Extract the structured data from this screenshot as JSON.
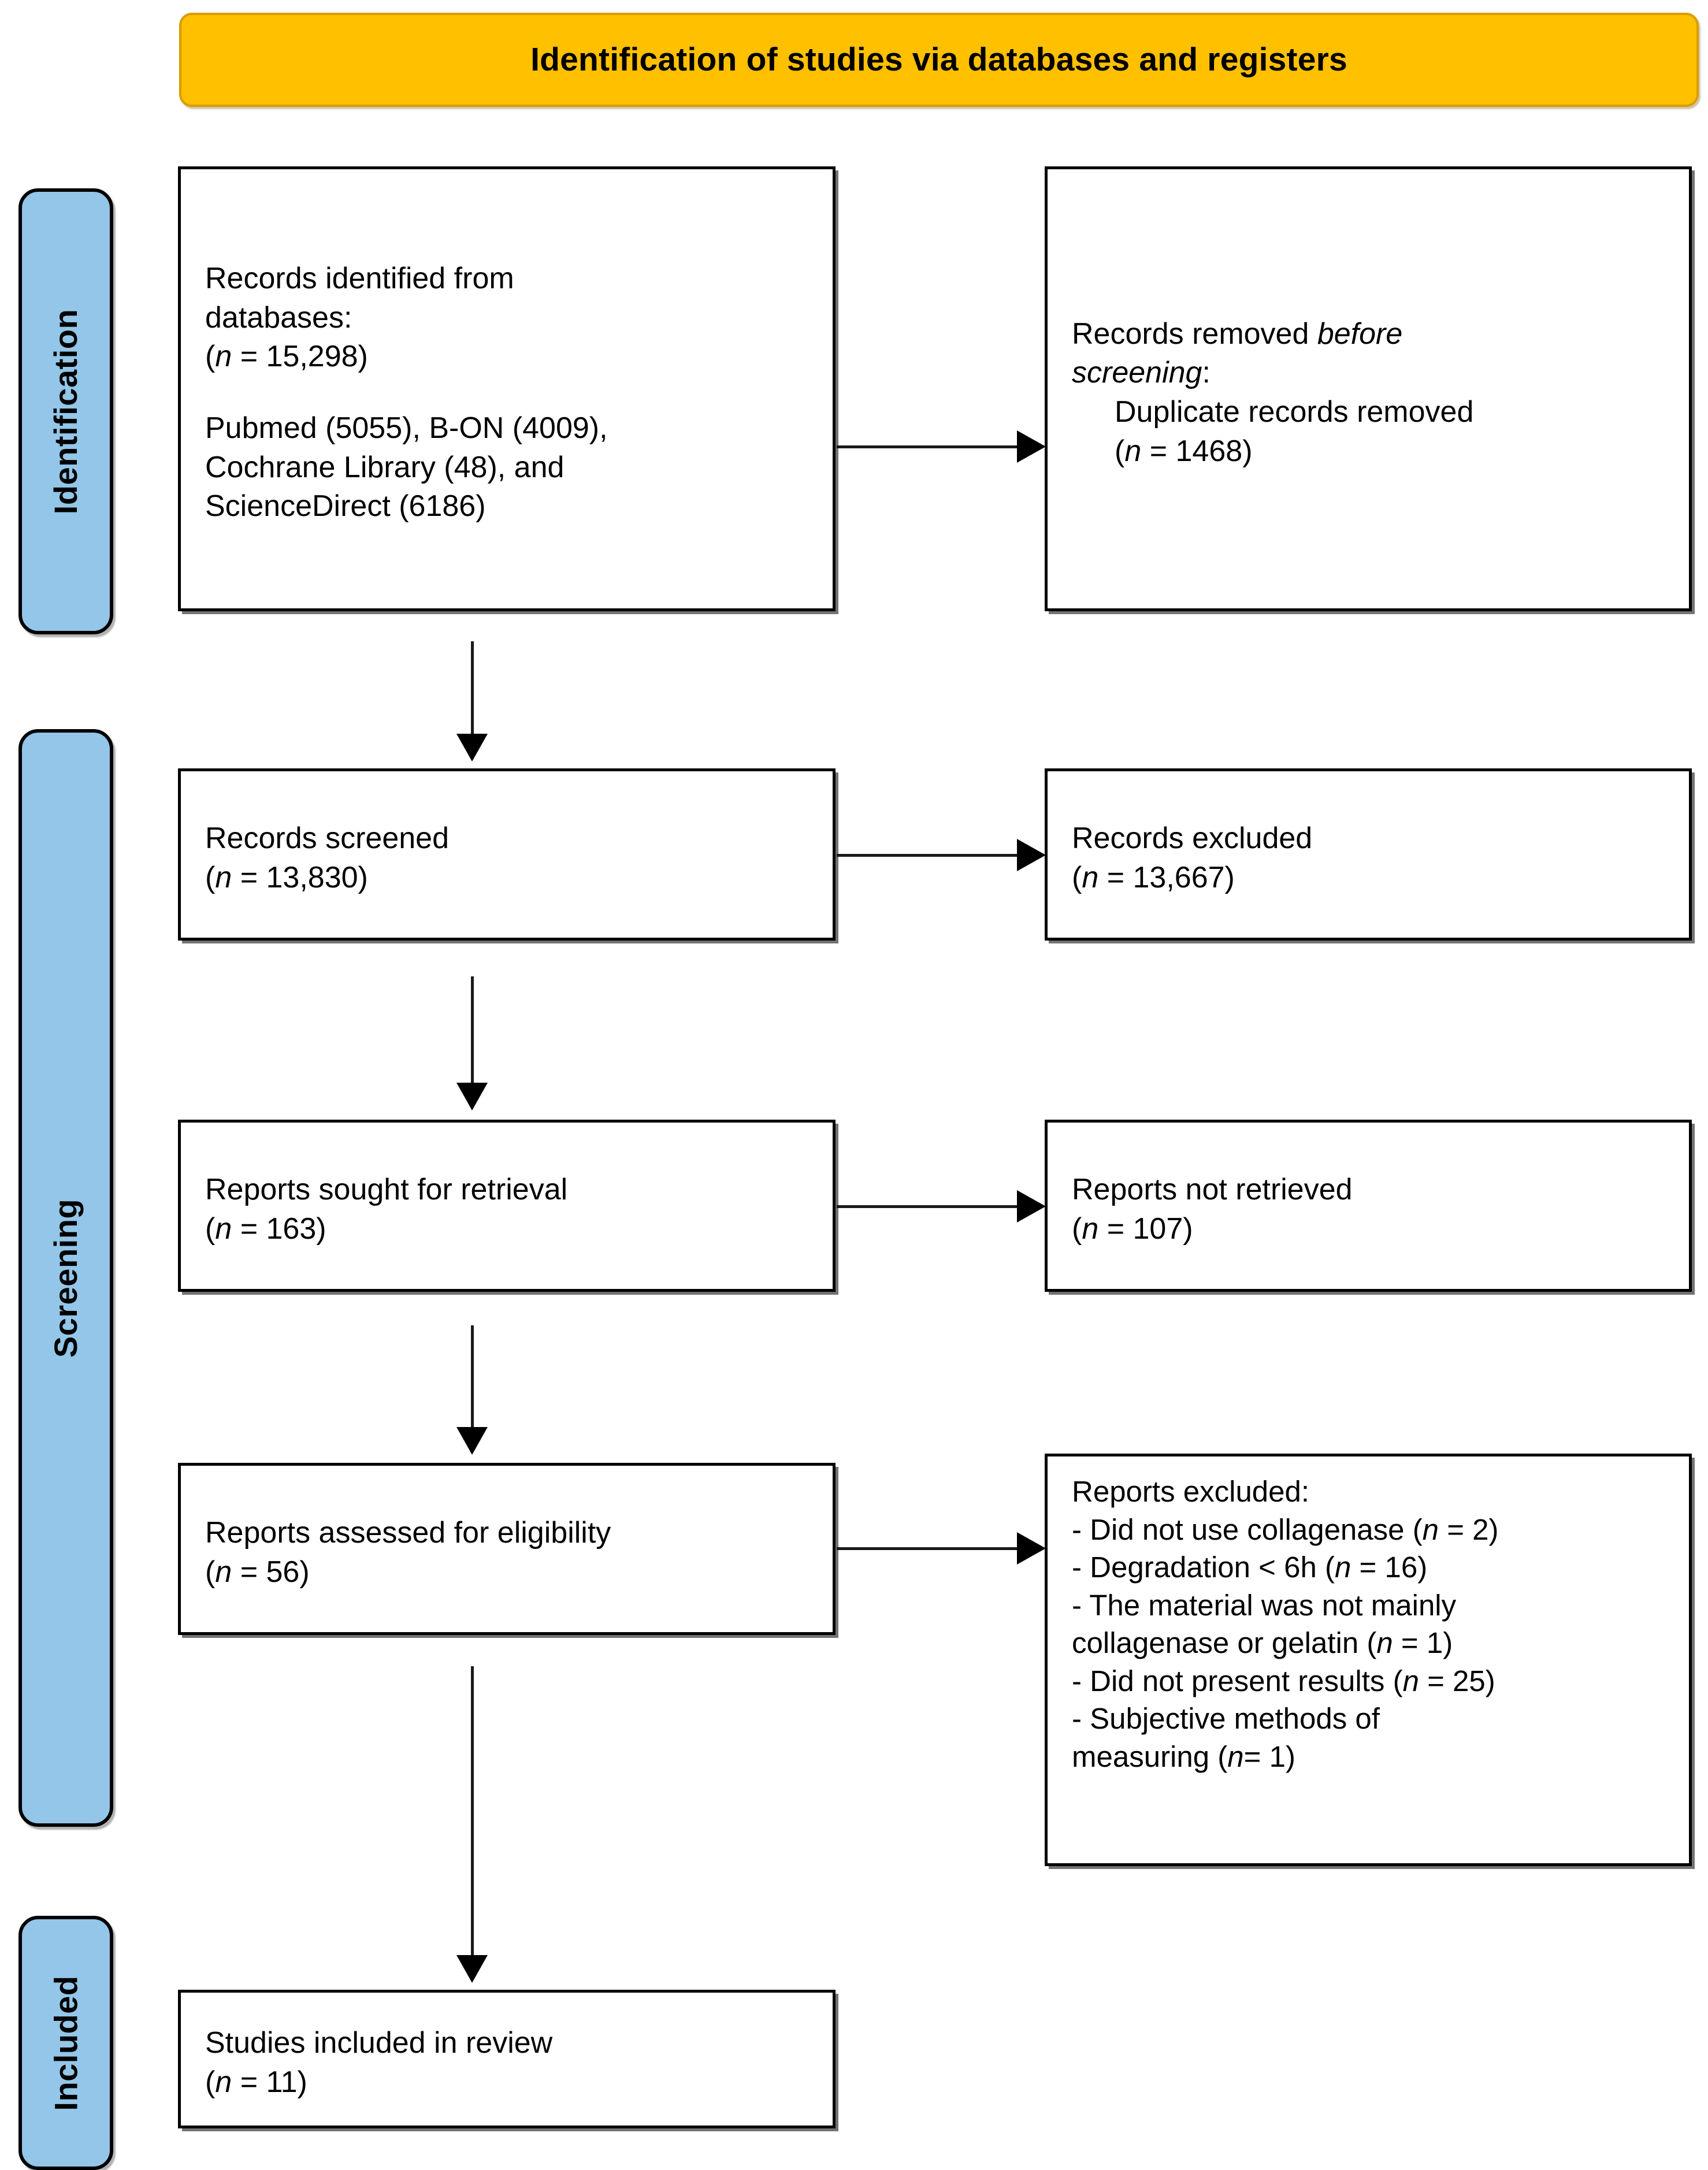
{
  "banner": {
    "title": "Identification of studies via databases and registers"
  },
  "phases": [
    {
      "id": "identification",
      "label": "Identification"
    },
    {
      "id": "screening",
      "label": "Screening"
    },
    {
      "id": "included",
      "label": "Included"
    }
  ],
  "boxes": {
    "identified": {
      "line1": "Records identified from",
      "line2": "databases:",
      "n_open": "(",
      "n_italic": "n",
      "n_value": " = 15,298)",
      "sources_line1": "Pubmed (5055), B-ON (4009),",
      "sources_line2": "Cochrane Library (48), and",
      "sources_line3": "ScienceDirect (6186)"
    },
    "removed": {
      "line1_plain": "Records removed ",
      "line1_italic": "before",
      "line2_italic": "screening",
      "line2_colon": ":",
      "detail": "Duplicate records removed",
      "n_open": "(",
      "n_italic": "n",
      "n_value": " = 1468)"
    },
    "screened": {
      "label": "Records screened",
      "n_open": "(",
      "n_italic": "n",
      "n_value": " = 13,830)"
    },
    "records_excluded": {
      "label": "Records excluded",
      "n_open": "(",
      "n_italic": "n",
      "n_value": " = 13,667)"
    },
    "sought": {
      "label": "Reports sought for retrieval",
      "n_open": "(",
      "n_italic": "n",
      "n_value": " = 163)"
    },
    "not_retrieved": {
      "label": "Reports not retrieved",
      "n_open": "(",
      "n_italic": "n",
      "n_value": " = 107)"
    },
    "assessed": {
      "label": "Reports assessed for eligibility",
      "n_open": "(",
      "n_italic": "n",
      "n_value": " = 56)"
    },
    "reports_excluded": {
      "heading": "Reports excluded:",
      "reasons": [
        {
          "text": "- Did not use collagenase (",
          "n": "n",
          "count": " = 2)"
        },
        {
          "text": "- Degradation < 6h (",
          "n": "n",
          "count": " = 16)"
        },
        {
          "text": "- The material was not mainly",
          "n": "",
          "count": ""
        },
        {
          "text": "collagenase or gelatin (",
          "n": "n",
          "count": " = 1)"
        },
        {
          "text": "- Did not present results (",
          "n": "n",
          "count": " = 25)"
        },
        {
          "text": "- Subjective methods of",
          "n": "",
          "count": ""
        },
        {
          "text": "measuring (",
          "n": "n",
          "count": "= 1)"
        }
      ]
    },
    "included": {
      "label": "Studies included in review",
      "n_open": "(",
      "n_italic": "n",
      "n_value": " = 11)"
    }
  },
  "colors": {
    "banner_fill": "#FFC000",
    "banner_border": "#D99C00",
    "phase_fill": "#93C6E8",
    "box_border": "#000000",
    "page_background": "#FFFFFF"
  }
}
